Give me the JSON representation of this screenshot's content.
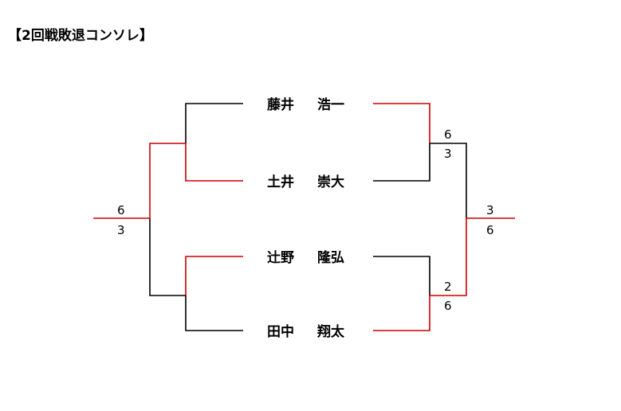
{
  "title": "【2回戦敗退コンソレ】",
  "colors": {
    "win": "#cc0000",
    "lose": "#000000"
  },
  "players": [
    {
      "family": "藤井",
      "given": "浩一"
    },
    {
      "family": "土井",
      "given": "崇大"
    },
    {
      "family": "辻野",
      "given": "隆弘"
    },
    {
      "family": "田中",
      "given": "翔太"
    }
  ],
  "scores": {
    "left_top": "6",
    "left_bottom": "3",
    "right_semi1_top": "6",
    "right_semi1_bottom": "3",
    "right_semi2_top": "2",
    "right_semi2_bottom": "6",
    "right_final_top": "3",
    "right_final_bottom": "6"
  }
}
